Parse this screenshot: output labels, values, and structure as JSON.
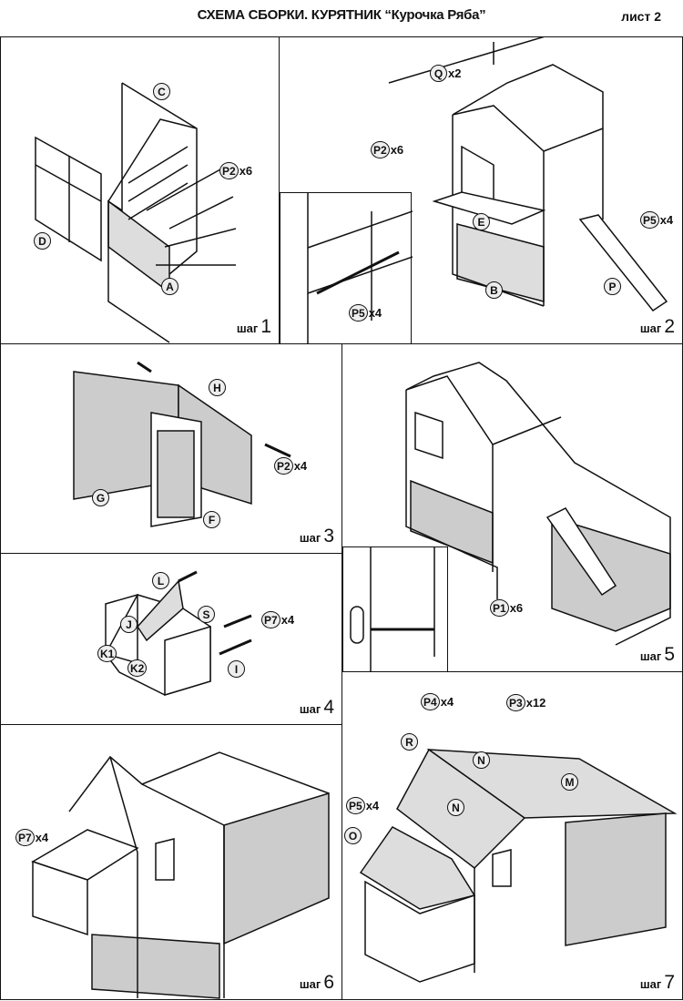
{
  "header": {
    "title": "СХЕМА СБОРКИ. КУРЯТНИК “Курочка Ряба”",
    "sheet": "лист 2"
  },
  "step_word": "шаг",
  "steps": [
    {
      "num": "1",
      "labels": [
        {
          "part": "C"
        },
        {
          "part": "P2",
          "count": "x6"
        },
        {
          "part": "D"
        },
        {
          "part": "A"
        }
      ]
    },
    {
      "num": "2",
      "labels": [
        {
          "part": "Q",
          "count": "x2"
        },
        {
          "part": "P2",
          "count": "x6"
        },
        {
          "part": "E"
        },
        {
          "part": "P5",
          "count": "x4"
        },
        {
          "part": "B"
        },
        {
          "part": "P"
        },
        {
          "part": "P5",
          "count": "x4"
        }
      ]
    },
    {
      "num": "3",
      "labels": [
        {
          "part": "H"
        },
        {
          "part": "P2",
          "count": "x4"
        },
        {
          "part": "G"
        },
        {
          "part": "F"
        }
      ]
    },
    {
      "num": "4",
      "labels": [
        {
          "part": "L"
        },
        {
          "part": "S"
        },
        {
          "part": "P7",
          "count": "x4"
        },
        {
          "part": "J"
        },
        {
          "part": "I"
        },
        {
          "part": "K1"
        },
        {
          "part": "K2"
        }
      ]
    },
    {
      "num": "5",
      "labels": [
        {
          "part": "P1",
          "count": "x6"
        }
      ]
    },
    {
      "num": "6",
      "labels": [
        {
          "part": "P7",
          "count": "x4"
        }
      ]
    },
    {
      "num": "7",
      "labels": [
        {
          "part": "P4",
          "count": "x4"
        },
        {
          "part": "P3",
          "count": "x12"
        },
        {
          "part": "R"
        },
        {
          "part": "N"
        },
        {
          "part": "M"
        },
        {
          "part": "N"
        },
        {
          "part": "P5",
          "count": "x4"
        },
        {
          "part": "O"
        }
      ]
    }
  ]
}
